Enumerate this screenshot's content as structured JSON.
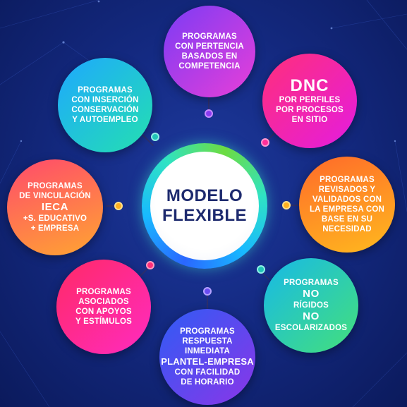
{
  "center": {
    "line1": "MODELO",
    "line2": "FLEXIBLE"
  },
  "nodes": {
    "competencia": {
      "lines": [
        "PROGRAMAS",
        "CON PERTENCIA",
        "BASADOS EN",
        "COMPETENCIA"
      ]
    },
    "dnc": {
      "title": "DNC",
      "lines": [
        "POR PERFILES",
        "POR PROCESOS",
        "EN SITIO"
      ]
    },
    "revisados": {
      "lines": [
        "PROGRAMAS",
        "REVISADOS Y",
        "VALIDADOS CON",
        "LA EMPRESA CON",
        "BASE EN SU",
        "NECESIDAD"
      ]
    },
    "no_rigidos": {
      "line1": "PROGRAMAS",
      "line2": "NO",
      "line3": "RÍGIDOS",
      "line4": "NO",
      "line5": "ESCOLARIZADOS"
    },
    "respuesta": {
      "line1": "PROGRAMAS",
      "line2": "RESPUESTA",
      "line3": "INMEDIATA",
      "line4": "PLANTEL-EMPRESA",
      "line5": "CON FACILIDAD",
      "line6": "DE HORARIO"
    },
    "asociados": {
      "lines": [
        "PROGRAMAS",
        "ASOCIADOS",
        "CON APOYOS",
        "Y ESTÍMULOS"
      ]
    },
    "vinculacion": {
      "line1": "PROGRAMAS",
      "line2": "DE VINCULACIÓN",
      "line3": "IECA",
      "line4": "+S. EDUCATIVO",
      "line5": "+ EMPRESA"
    },
    "insercion": {
      "lines": [
        "PROGRAMAS",
        "CON INSERCIÓN",
        "CONSERVACIÓN",
        "Y AUTOEMPLEO"
      ]
    }
  },
  "colors": {
    "background": "#142a82",
    "competencia": [
      "#7b3cf5",
      "#e83ed8"
    ],
    "dnc": [
      "#ff2f7a",
      "#e41ce0"
    ],
    "revisados": [
      "#ff6a2a",
      "#ffb91e"
    ],
    "no_rigidos": [
      "#17b9e8",
      "#44e07a"
    ],
    "respuesta": [
      "#2f5cf5",
      "#8b35e8"
    ],
    "asociados": [
      "#ff2a66",
      "#ff2bc0"
    ],
    "vinculacion": [
      "#ff4a6c",
      "#ffa531"
    ],
    "insercion": [
      "#1ea8ff",
      "#24e0b0"
    ],
    "center_ring": [
      "#2a67ff",
      "#6ddc41"
    ]
  }
}
